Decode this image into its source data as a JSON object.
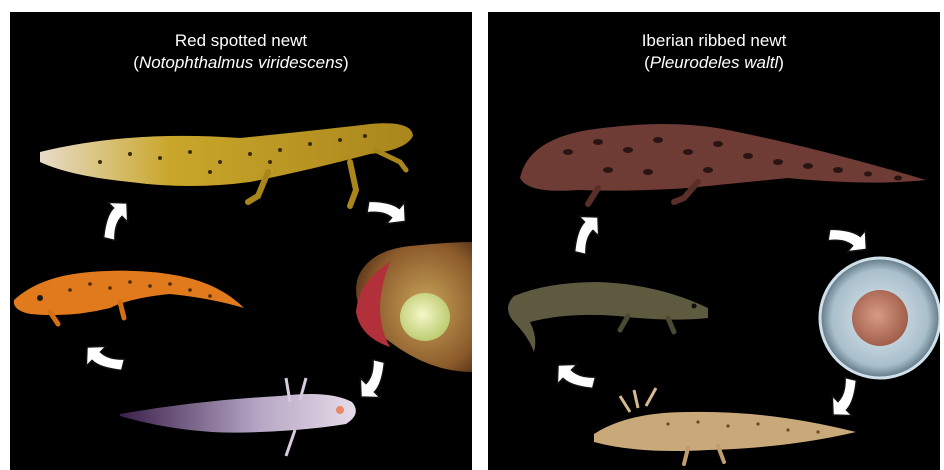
{
  "panels": [
    {
      "common_name": "Red spotted newt",
      "open_paren": "(",
      "scientific_name": "Notophthalmus viridescens",
      "close_paren": ")"
    },
    {
      "common_name": "Iberian ribbed newt",
      "open_paren": "(",
      "scientific_name": "Pleurodeles waltl",
      "close_paren": ")"
    }
  ],
  "colors": {
    "background": "#000000",
    "arrow_fill": "#ffffff",
    "red_newt_adult": "#c9a62a",
    "red_eft": "#e07a1c",
    "iberian_adult": "#6e3b35",
    "iberian_juvenile": "#5d5a40",
    "iberian_larva": "#c9a87a"
  },
  "icons": [
    "cycle-arrow-icon"
  ]
}
